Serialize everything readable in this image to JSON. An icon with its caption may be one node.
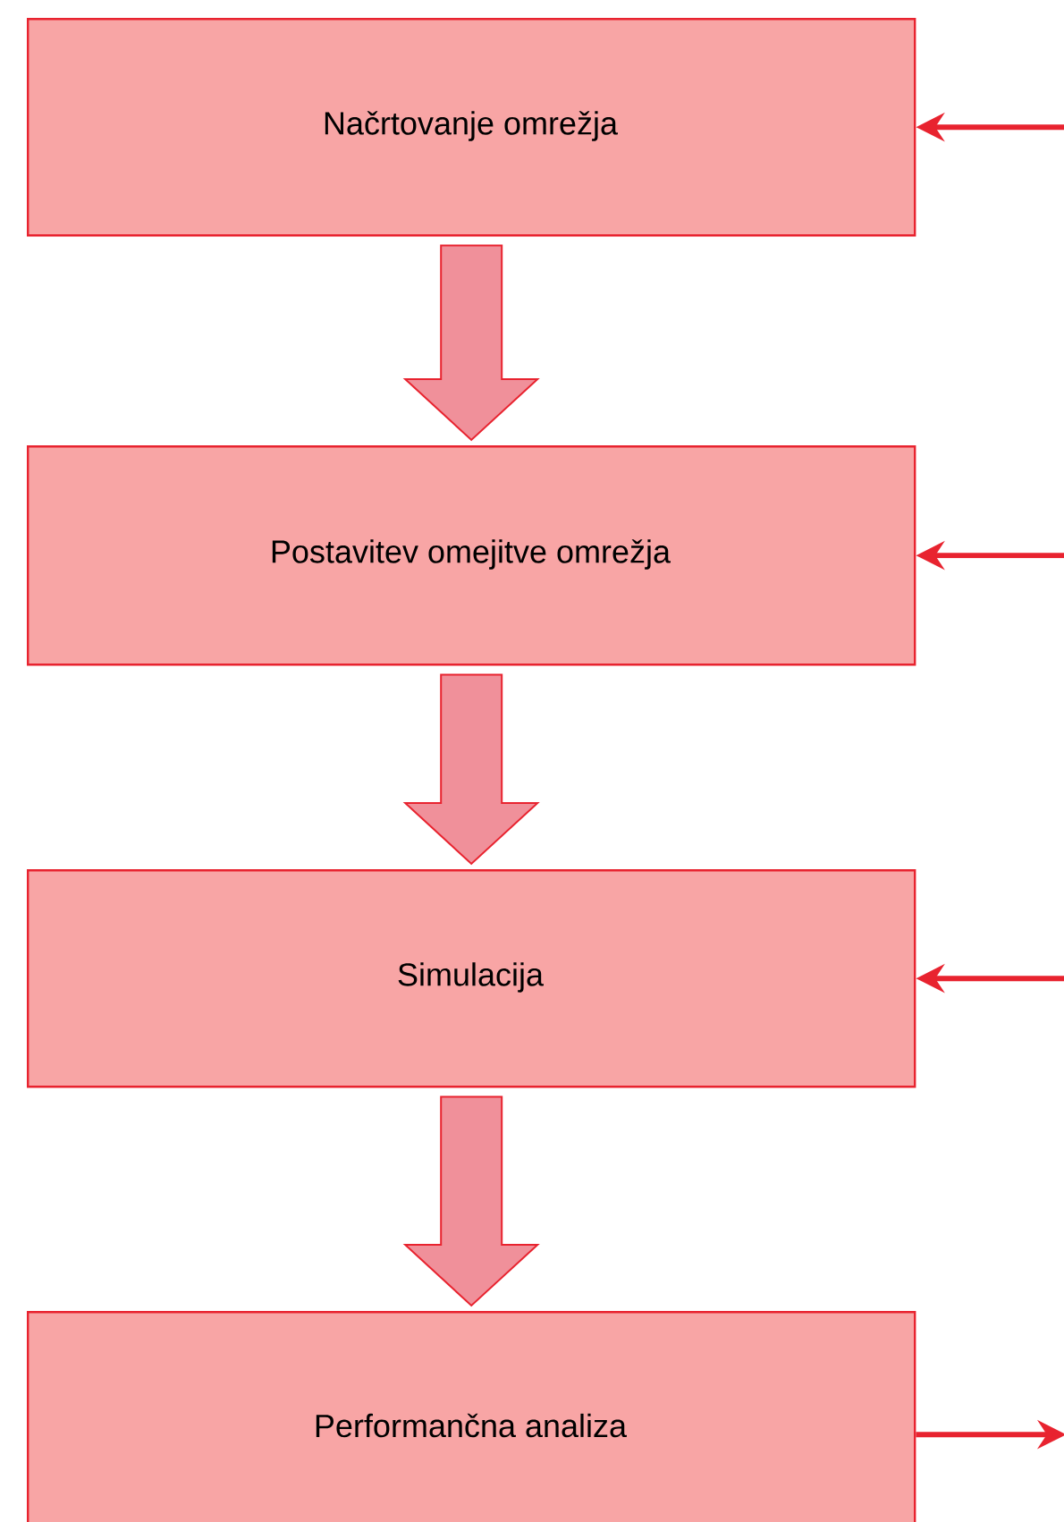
{
  "diagram": {
    "nodes": [
      {
        "text": [
          "Načrtovanje omrežja"
        ]
      },
      {
        "text": [
          "Postavitev omejitve omrežja"
        ]
      },
      {
        "text": [
          "Simulacija"
        ]
      },
      {
        "text": [
          "Performančna analiza"
        ]
      }
    ],
    "edges": [
      {
        "from": 0,
        "to": 1,
        "arrow": "to"
      },
      {
        "from": 1,
        "to": 2,
        "arrow": "to"
      },
      {
        "from": 2,
        "to": 3,
        "arrow": "to"
      },
      {
        "from": null,
        "to": 0,
        "arrow": "to"
      },
      {
        "from": null,
        "to": 1,
        "arrow": "to"
      },
      {
        "from": null,
        "to": 2,
        "arrow": "to"
      },
      {
        "from": 3,
        "to": null,
        "arrow": "to"
      }
    ]
  }
}
